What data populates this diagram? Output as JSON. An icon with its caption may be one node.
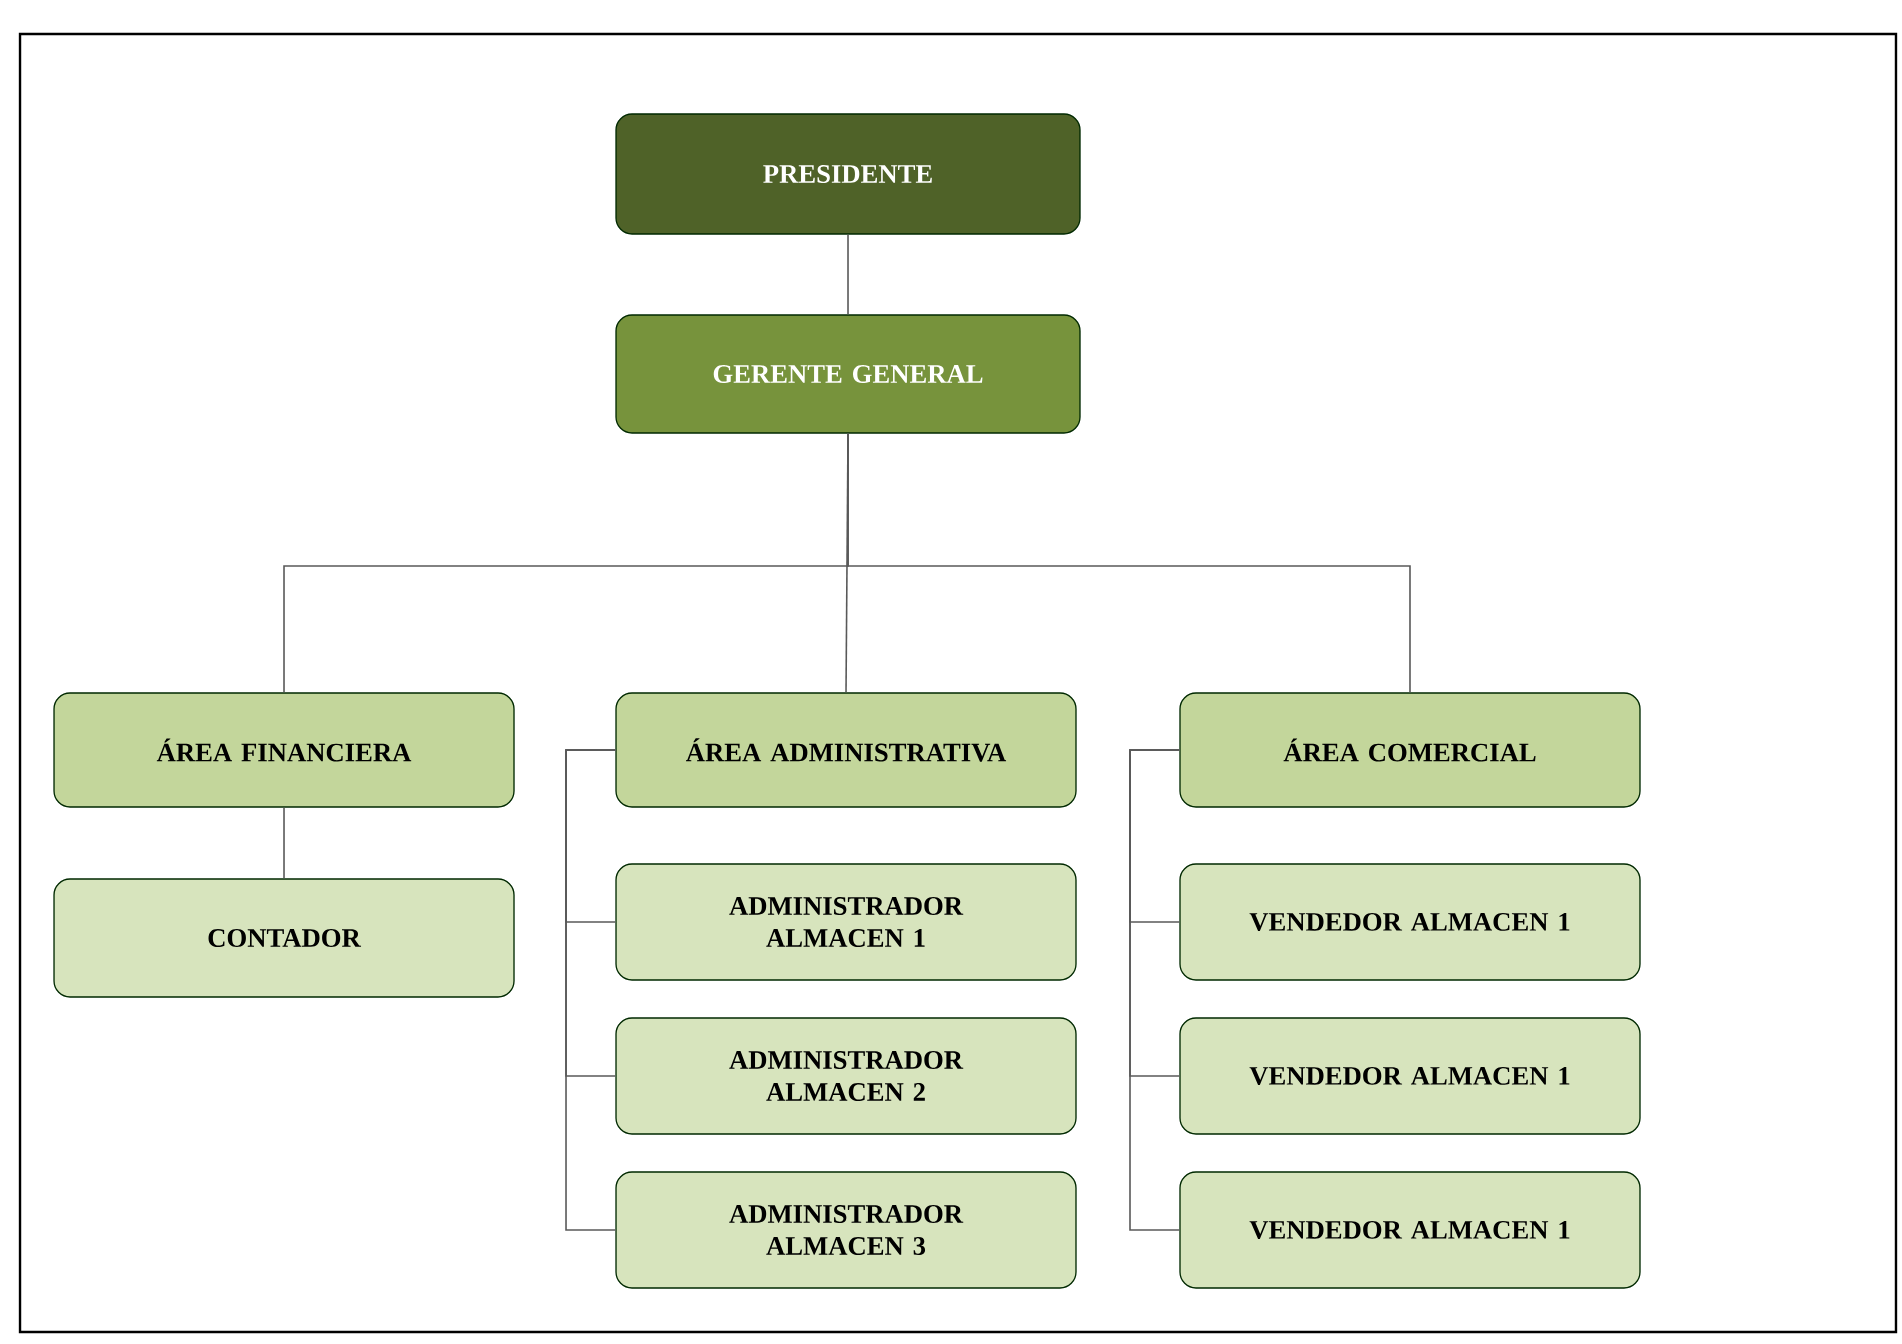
{
  "diagram": {
    "nodes": [
      {
        "text": [
          "PRESIDENTE"
        ]
      },
      {
        "text": [
          "GERENTE GENERAL"
        ]
      },
      {
        "text": [
          "ÁREA FINANCIERA"
        ]
      },
      {
        "text": [
          "ÁREA ADMINISTRATIVA"
        ]
      },
      {
        "text": [
          "ÁREA COMERCIAL"
        ]
      },
      {
        "text": [
          "CONTADOR"
        ]
      },
      {
        "text": [
          "ADMINISTRADOR ALMACEN 1"
        ]
      },
      {
        "text": [
          "ADMINISTRADOR ALMACEN 2"
        ]
      },
      {
        "text": [
          "ADMINISTRADOR ALMACEN 3"
        ]
      },
      {
        "text": [
          "VENDEDOR ALMACEN 1"
        ]
      },
      {
        "text": [
          "VENDEDOR ALMACEN 1"
        ]
      },
      {
        "text": [
          "VENDEDOR ALMACEN 1"
        ]
      }
    ],
    "edges": [
      {
        "from": 0,
        "to": 1,
        "arrow": "none"
      },
      {
        "from": 1,
        "to": 2,
        "arrow": "none"
      },
      {
        "from": 1,
        "to": 3,
        "arrow": "none"
      },
      {
        "from": 1,
        "to": 4,
        "arrow": "none"
      },
      {
        "from": 2,
        "to": 5,
        "arrow": "none"
      },
      {
        "from": 3,
        "to": 6,
        "arrow": "none"
      },
      {
        "from": 3,
        "to": 7,
        "arrow": "none"
      },
      {
        "from": 3,
        "to": 8,
        "arrow": "none"
      },
      {
        "from": 4,
        "to": 9,
        "arrow": "none"
      },
      {
        "from": 4,
        "to": 10,
        "arrow": "none"
      },
      {
        "from": 4,
        "to": 11,
        "arrow": "none"
      }
    ]
  }
}
